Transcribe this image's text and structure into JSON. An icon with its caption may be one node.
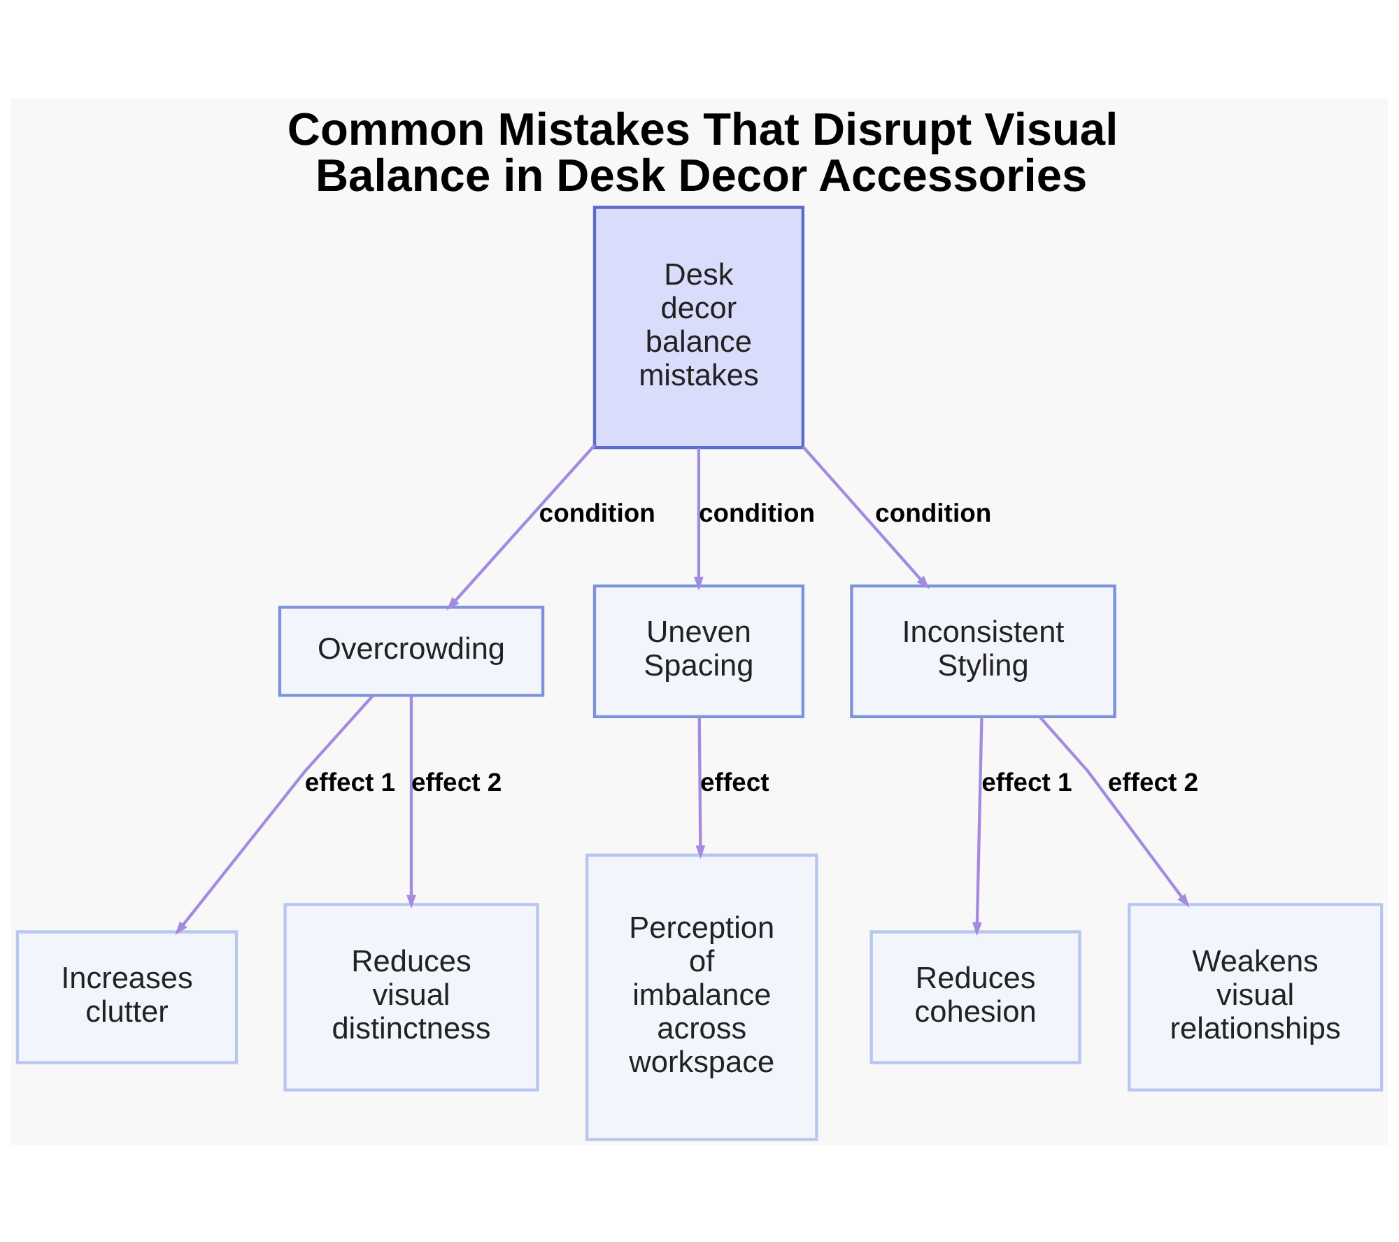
{
  "diagram": {
    "title": "Common Mistakes That Disrupt Visual Balance in Desk Decor Accessories",
    "nodes": [
      {
        "text": [
          "Desk decor balance mistakes"
        ]
      },
      {
        "text": [
          "Overcrowding"
        ]
      },
      {
        "text": [
          "Uneven Spacing"
        ]
      },
      {
        "text": [
          "Inconsistent Styling"
        ]
      },
      {
        "text": [
          "Increases clutter"
        ]
      },
      {
        "text": [
          "Reduces visual distinctness"
        ]
      },
      {
        "text": [
          "Perception of imbalance across workspace"
        ]
      },
      {
        "text": [
          "Reduces cohesion"
        ]
      },
      {
        "text": [
          "Weakens visual relationships"
        ]
      }
    ],
    "edges": [
      {
        "from": 0,
        "to": 1,
        "arrow": "to",
        "label": "condition"
      },
      {
        "from": 0,
        "to": 2,
        "arrow": "to",
        "label": "condition"
      },
      {
        "from": 0,
        "to": 3,
        "arrow": "to",
        "label": "condition"
      },
      {
        "from": 1,
        "to": 4,
        "arrow": "to",
        "label": "effect 1"
      },
      {
        "from": 1,
        "to": 5,
        "arrow": "to",
        "label": "effect 2"
      },
      {
        "from": 2,
        "to": 6,
        "arrow": "to",
        "label": "effect"
      },
      {
        "from": 3,
        "to": 7,
        "arrow": "to",
        "label": "effect 1"
      },
      {
        "from": 3,
        "to": 8,
        "arrow": "to",
        "label": "effect 2"
      }
    ]
  }
}
